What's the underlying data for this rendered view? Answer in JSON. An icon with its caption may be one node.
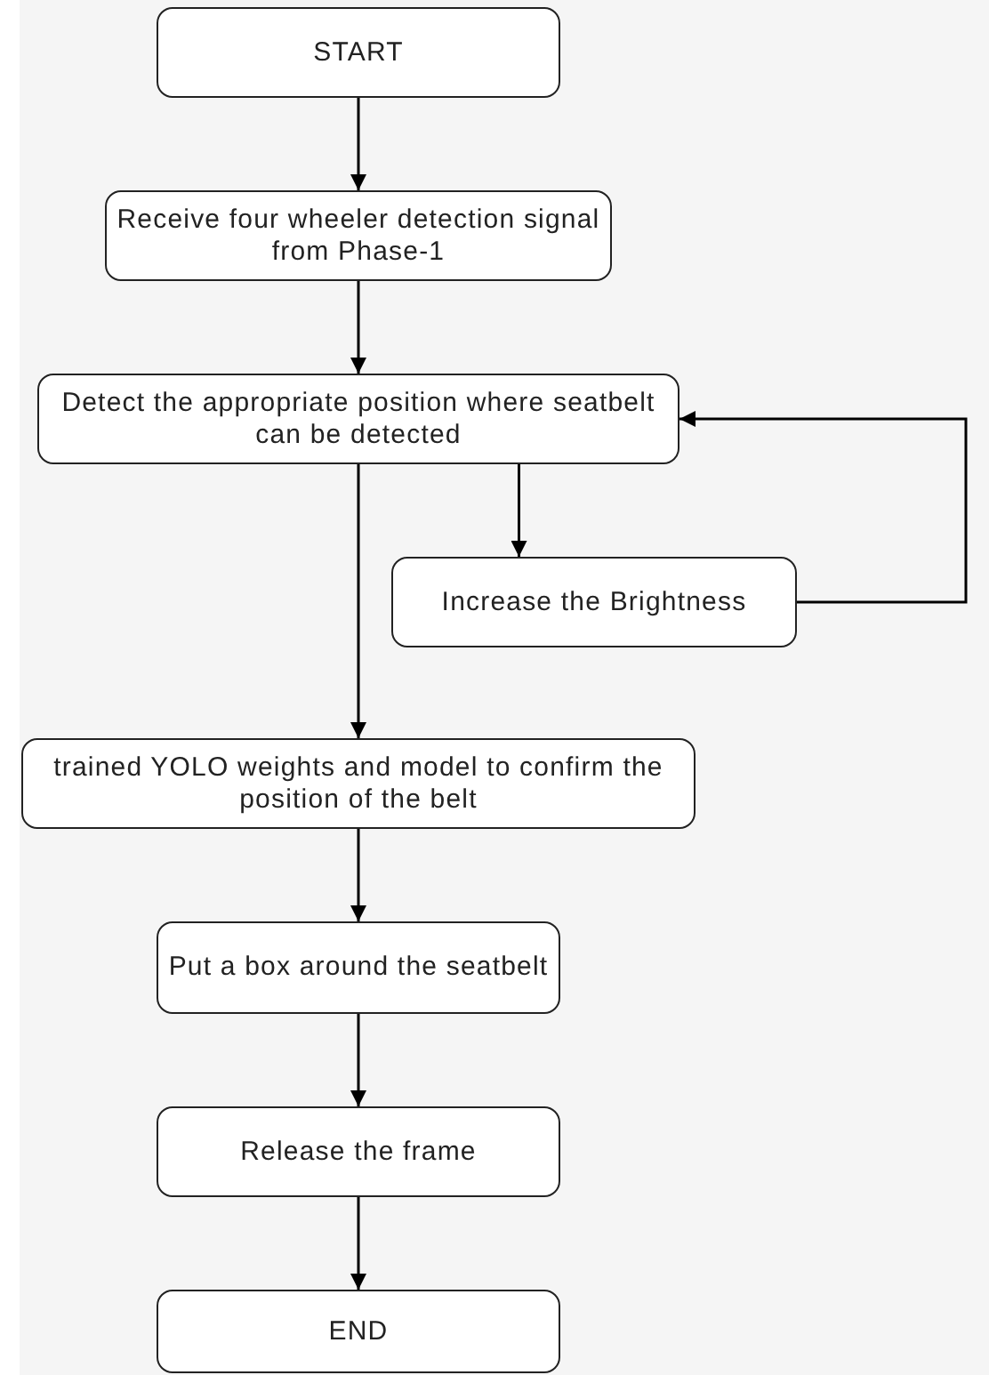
{
  "diagram": {
    "nodes": [
      {
        "text": [
          "START"
        ]
      },
      {
        "text": [
          "Receive four wheeler detection signal from Phase-1"
        ]
      },
      {
        "text": [
          "Detect the appropriate position where seatbelt can be detected"
        ]
      },
      {
        "text": [
          "Increase the Brightness"
        ]
      },
      {
        "text": [
          "trained YOLO weights and model to confirm the position of the belt"
        ]
      },
      {
        "text": [
          "Put a box around the seatbelt"
        ]
      },
      {
        "text": [
          "Release the frame"
        ]
      },
      {
        "text": [
          "END"
        ]
      }
    ],
    "edges": [
      {
        "from": 0,
        "to": 1,
        "arrow": "to"
      },
      {
        "from": 1,
        "to": 2,
        "arrow": "to"
      },
      {
        "from": 2,
        "to": 3,
        "arrow": "to"
      },
      {
        "from": 3,
        "to": 2,
        "arrow": "to"
      },
      {
        "from": 2,
        "to": 4,
        "arrow": "to"
      },
      {
        "from": 4,
        "to": 5,
        "arrow": "to"
      },
      {
        "from": 5,
        "to": 6,
        "arrow": "to"
      },
      {
        "from": 6,
        "to": 7,
        "arrow": "to"
      }
    ]
  }
}
